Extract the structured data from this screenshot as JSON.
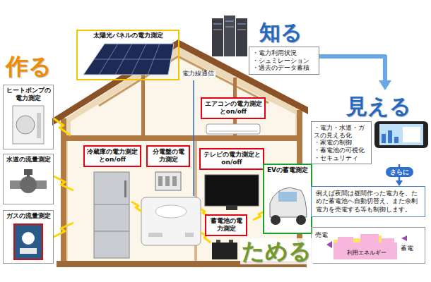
{
  "diagram": {
    "nodes": [
      {
        "text": [
          "太陽光パネルの電力測定"
        ]
      },
      {
        "text": [
          "知る",
          "・電力利用状況",
          "・シュミレーション",
          "・過去のデータ蓄積"
        ]
      },
      {
        "text": [
          "ヒートポンプの電力測定"
        ]
      },
      {
        "text": [
          "エアコンの電力測定とon/off"
        ]
      },
      {
        "text": [
          "見える",
          "・電力・水道・ガスの見える化",
          "・家電の制御",
          "・蓄電池の可視化",
          "・セキュリティ"
        ]
      },
      {
        "text": [
          "冷蔵庫の電力測定とon/off"
        ]
      },
      {
        "text": [
          "分電盤の電力測定"
        ]
      },
      {
        "text": [
          "テレビの電力測定とon/off"
        ]
      },
      {
        "text": [
          "水道の流量測定"
        ]
      },
      {
        "text": [
          "EVの蓄電測定"
        ]
      },
      {
        "text": [
          "例えば夜間は昼間作った電力を、ためた蓄電池へ自動切替え、また余剰電力を売電する等も制御します。"
        ]
      },
      {
        "text": [
          "蓄電池の電力測定"
        ]
      },
      {
        "text": [
          "ガスの流量測定"
        ]
      },
      {
        "text": [
          "売電",
          "利用エネルギー",
          "蓄電"
        ]
      }
    ],
    "edges": [
      {
        "from": 1,
        "to": 4,
        "arrow": "to"
      },
      {
        "from": 4,
        "to": 10,
        "label": "さらに",
        "arrow": "to"
      }
    ],
    "labels": [
      "作る",
      "電力線通信",
      "ためる"
    ]
  }
}
